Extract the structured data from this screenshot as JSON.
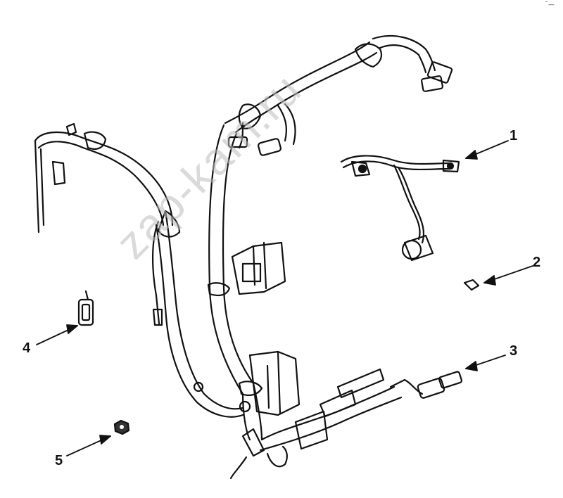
{
  "diagram": {
    "callouts": [
      {
        "id": "1",
        "label": "1"
      },
      {
        "id": "2",
        "label": "2"
      },
      {
        "id": "3",
        "label": "3"
      },
      {
        "id": "4",
        "label": "4"
      },
      {
        "id": "5",
        "label": "5"
      }
    ],
    "watermark": "zap-kam.ru",
    "corner_mark": "˜—",
    "colors": {
      "line": "#111111",
      "fill": "#ffffff",
      "watermark": "#bdbdbd"
    }
  }
}
